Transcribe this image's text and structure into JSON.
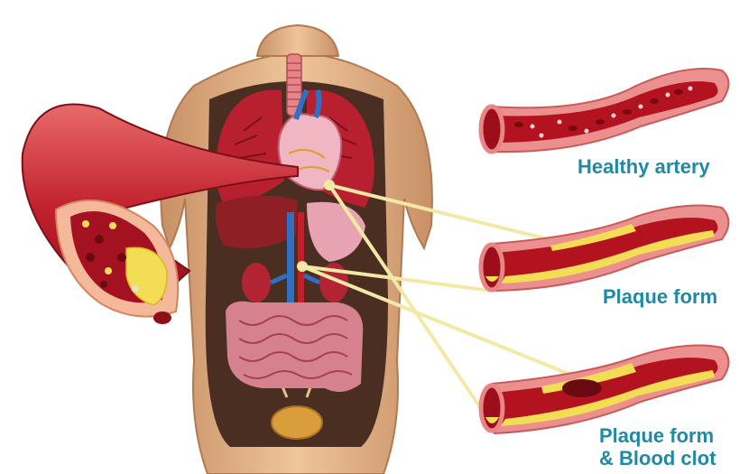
{
  "labels": {
    "healthy": "Healthy artery",
    "plaque": "Plaque form",
    "clot_line1": "Plaque form",
    "clot_line2": "& Blood clot"
  },
  "colors": {
    "label_text": "#1f8aa6",
    "skin": "#e8b98a",
    "artery_wall": "#e98585",
    "blood": "#b3121f",
    "plaque": "#f2dd55",
    "connector": "#f3e9a6"
  }
}
